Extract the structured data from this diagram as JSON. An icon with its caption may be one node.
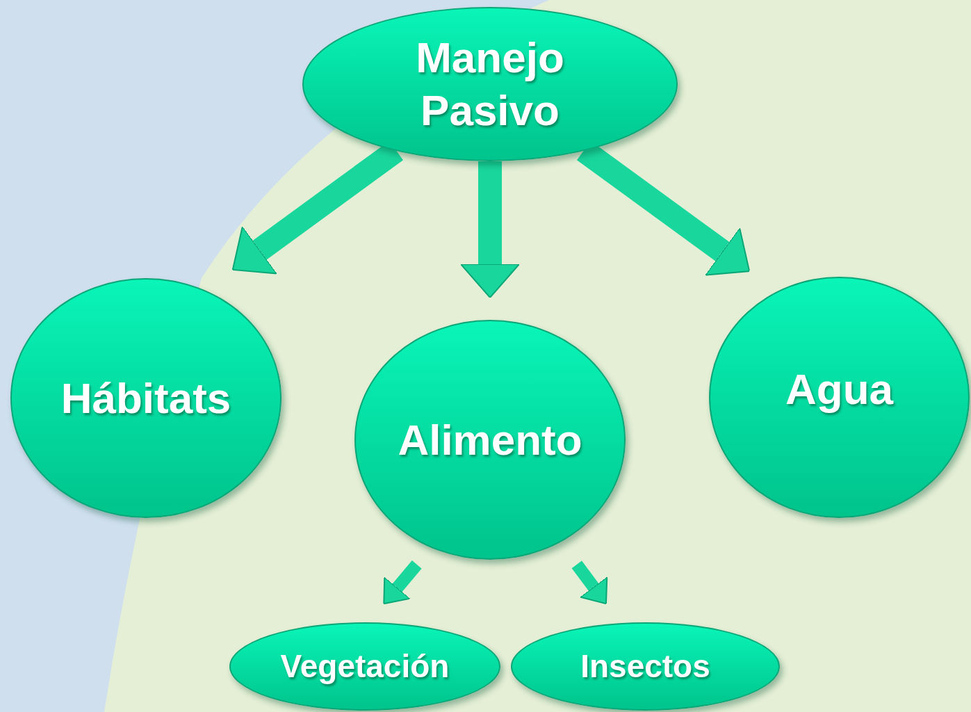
{
  "diagram": {
    "nodes": [
      {
        "text": [
          "Manejo Pasivo"
        ]
      },
      {
        "text": [
          "Hábitats"
        ]
      },
      {
        "text": [
          "Alimento"
        ]
      },
      {
        "text": [
          "Agua"
        ]
      },
      {
        "text": [
          "Vegetación"
        ]
      },
      {
        "text": [
          "Insectos"
        ]
      }
    ],
    "edges": [
      {
        "from": 0,
        "to": 1,
        "arrow": "to"
      },
      {
        "from": 0,
        "to": 2,
        "arrow": "to"
      },
      {
        "from": 0,
        "to": 3,
        "arrow": "to"
      },
      {
        "from": 2,
        "to": 4,
        "arrow": "to"
      },
      {
        "from": 2,
        "to": 5,
        "arrow": "to"
      }
    ]
  }
}
